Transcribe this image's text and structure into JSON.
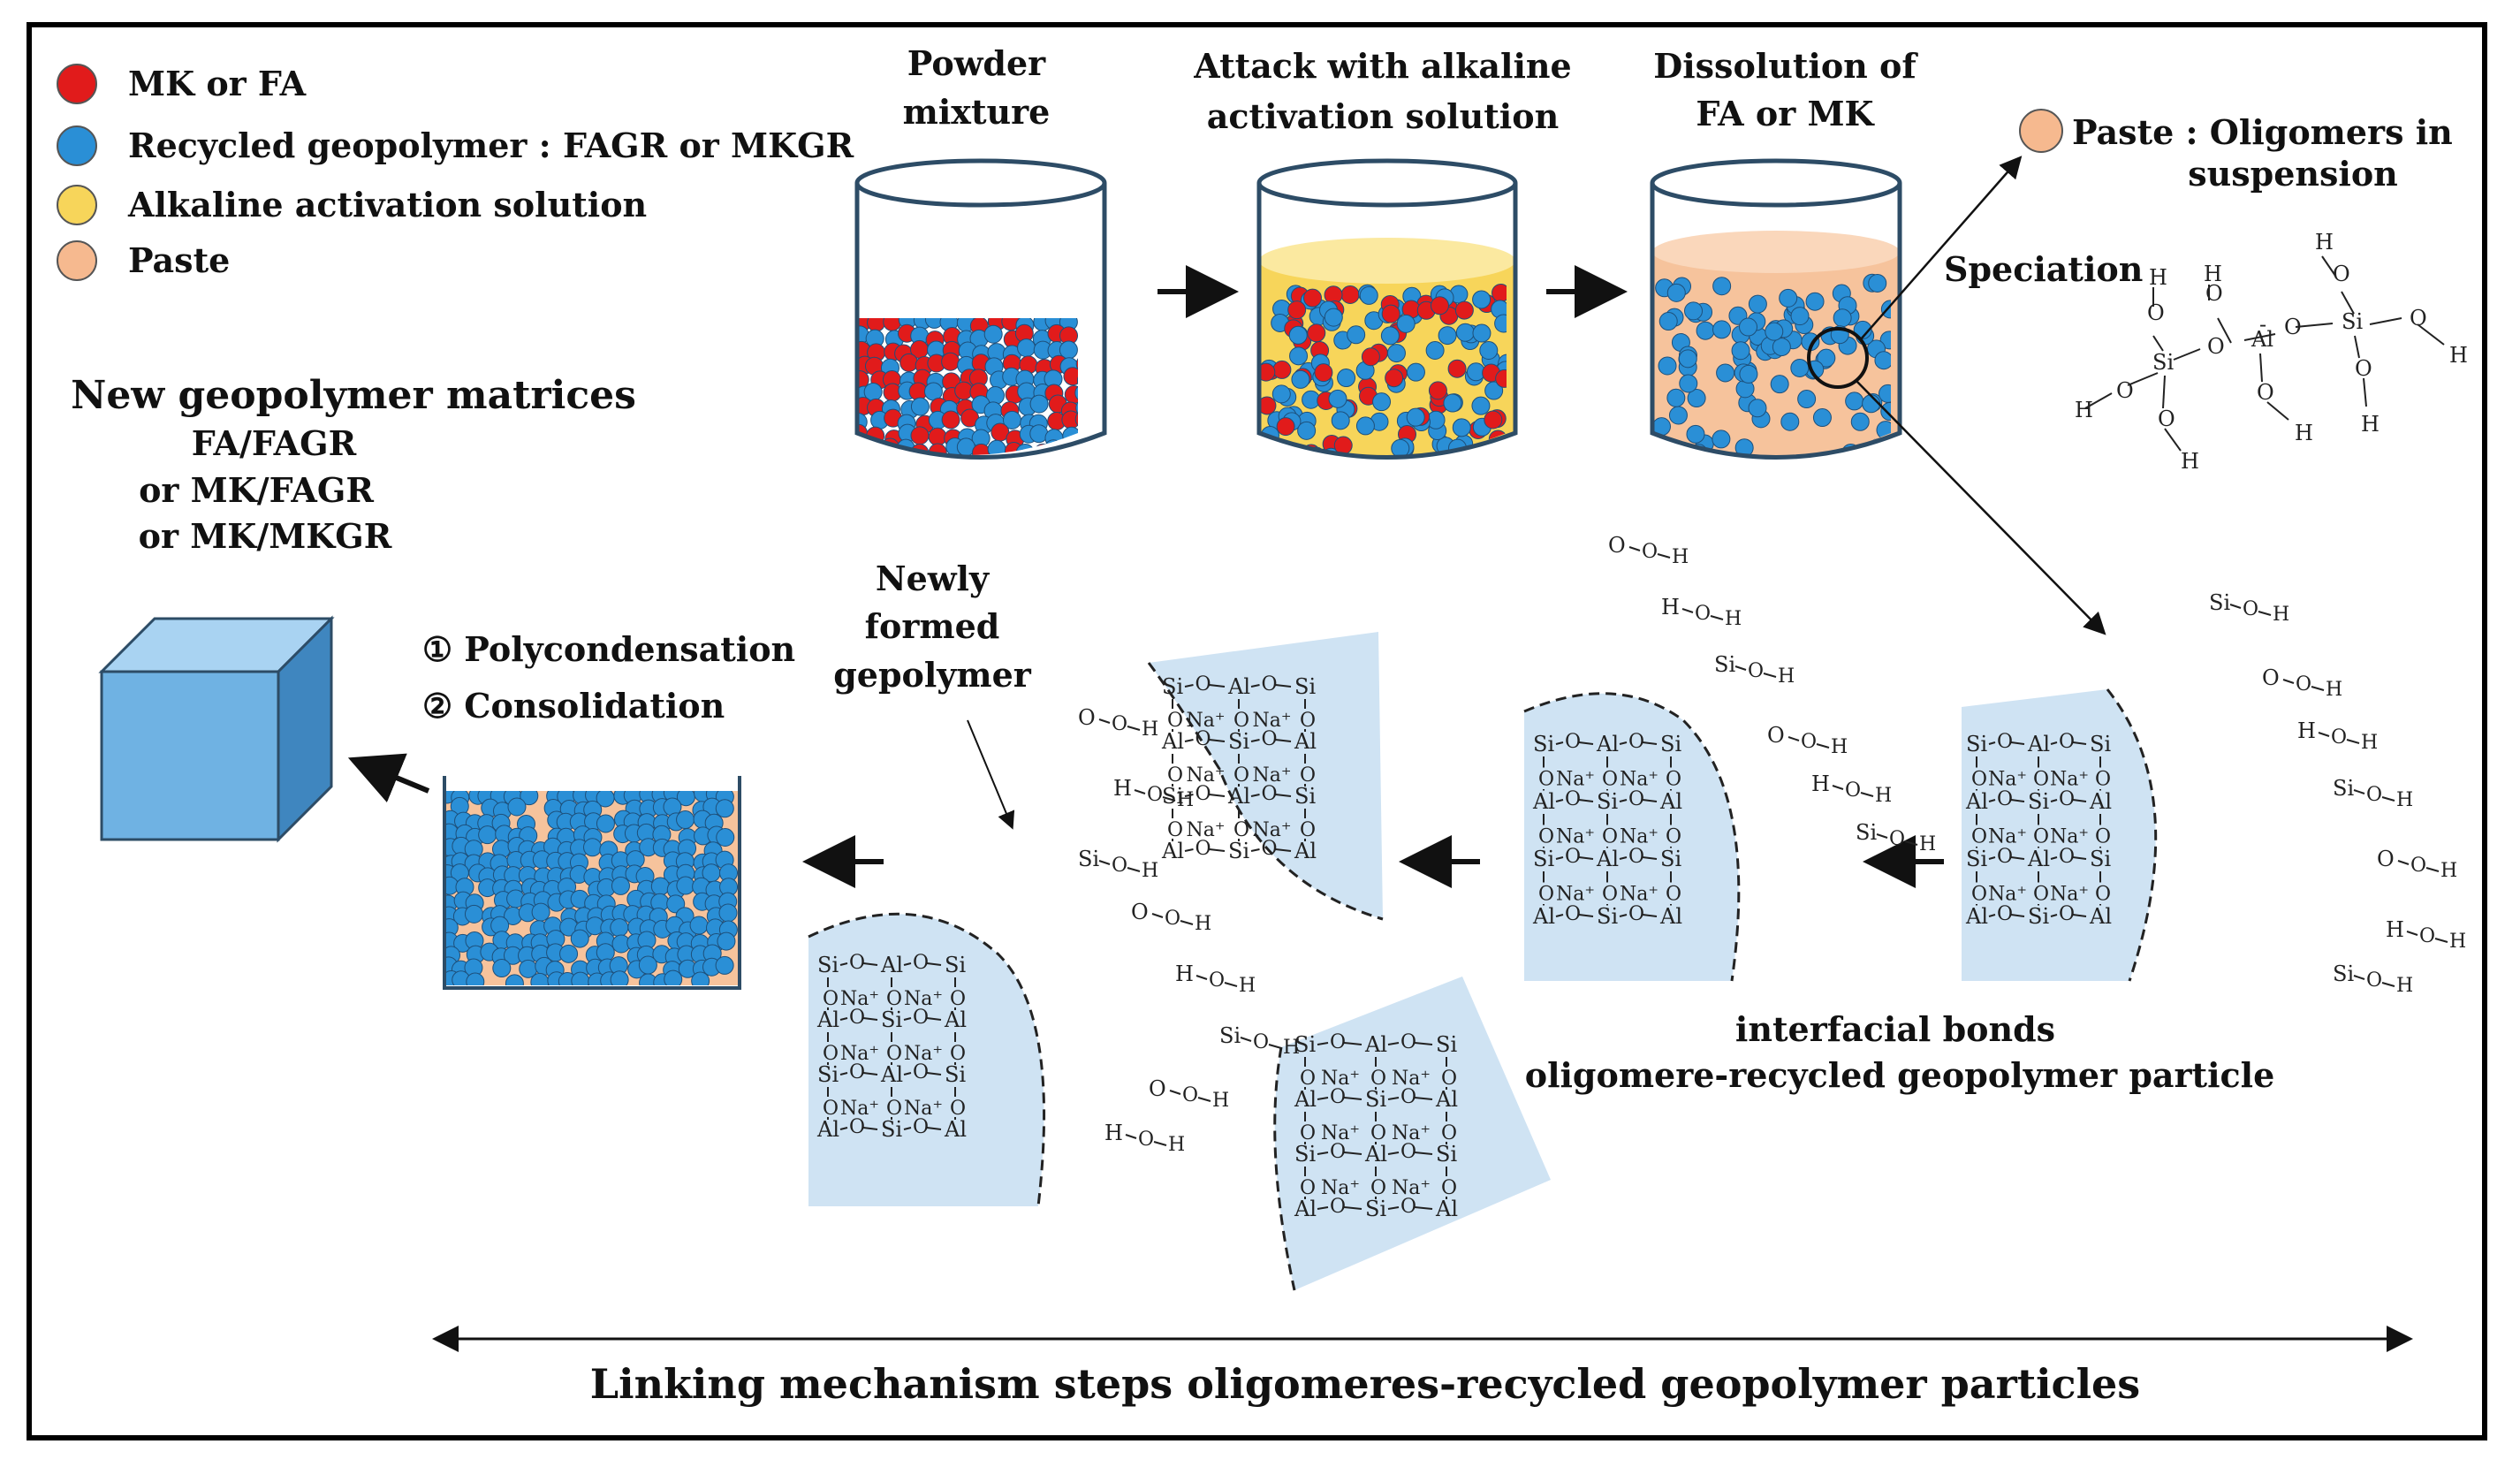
{
  "legend": [
    {
      "label": "MK or FA",
      "color": "#e11b1b"
    },
    {
      "label": "Recycled geopolymer : FAGR or MKGR",
      "color": "#2a8fd6"
    },
    {
      "label": "Alkaline activation solution",
      "color": "#f7d55a"
    },
    {
      "label": "Paste",
      "color": "#f6b98f"
    }
  ],
  "steps": {
    "powder": "Powder",
    "mixture": "mixture",
    "attack1": "Attack with alkaline",
    "attack2": "activation solution",
    "dissolution1": "Dissolution of",
    "dissolution2": "FA or MK",
    "paste1": "Paste : Oligomers in",
    "paste2": "suspension",
    "speciation": "Speciation"
  },
  "matrices": {
    "title": "New geopolymer matrices",
    "line1": "FA/FAGR",
    "line2": "or MK/FAGR",
    "line3": "or MK/MKGR"
  },
  "process": {
    "step1": "①  Polycondensation",
    "step2": "②  Consolidation"
  },
  "newly": {
    "line1": "Newly",
    "line2": "formed",
    "line3": "gepolymer"
  },
  "interfacial": {
    "line1": "interfacial bonds",
    "line2": "oligomere-recycled geopolymer particle"
  },
  "footer": "Linking mechanism steps oligomeres-recycled geopolymer particles",
  "chem": {
    "si": "Si",
    "al": "Al",
    "o": "O",
    "h": "H",
    "na": "Na⁺",
    "minus": "-"
  },
  "colors": {
    "red": "#e11b1b",
    "blue": "#2a8fd6",
    "yellow": "#f7d55a",
    "paste": "#f6b98f",
    "particle": "#cfe3f3",
    "cube_front": "#6fb2e3",
    "cube_top": "#a9d3f2",
    "cube_side": "#3f86bf"
  }
}
